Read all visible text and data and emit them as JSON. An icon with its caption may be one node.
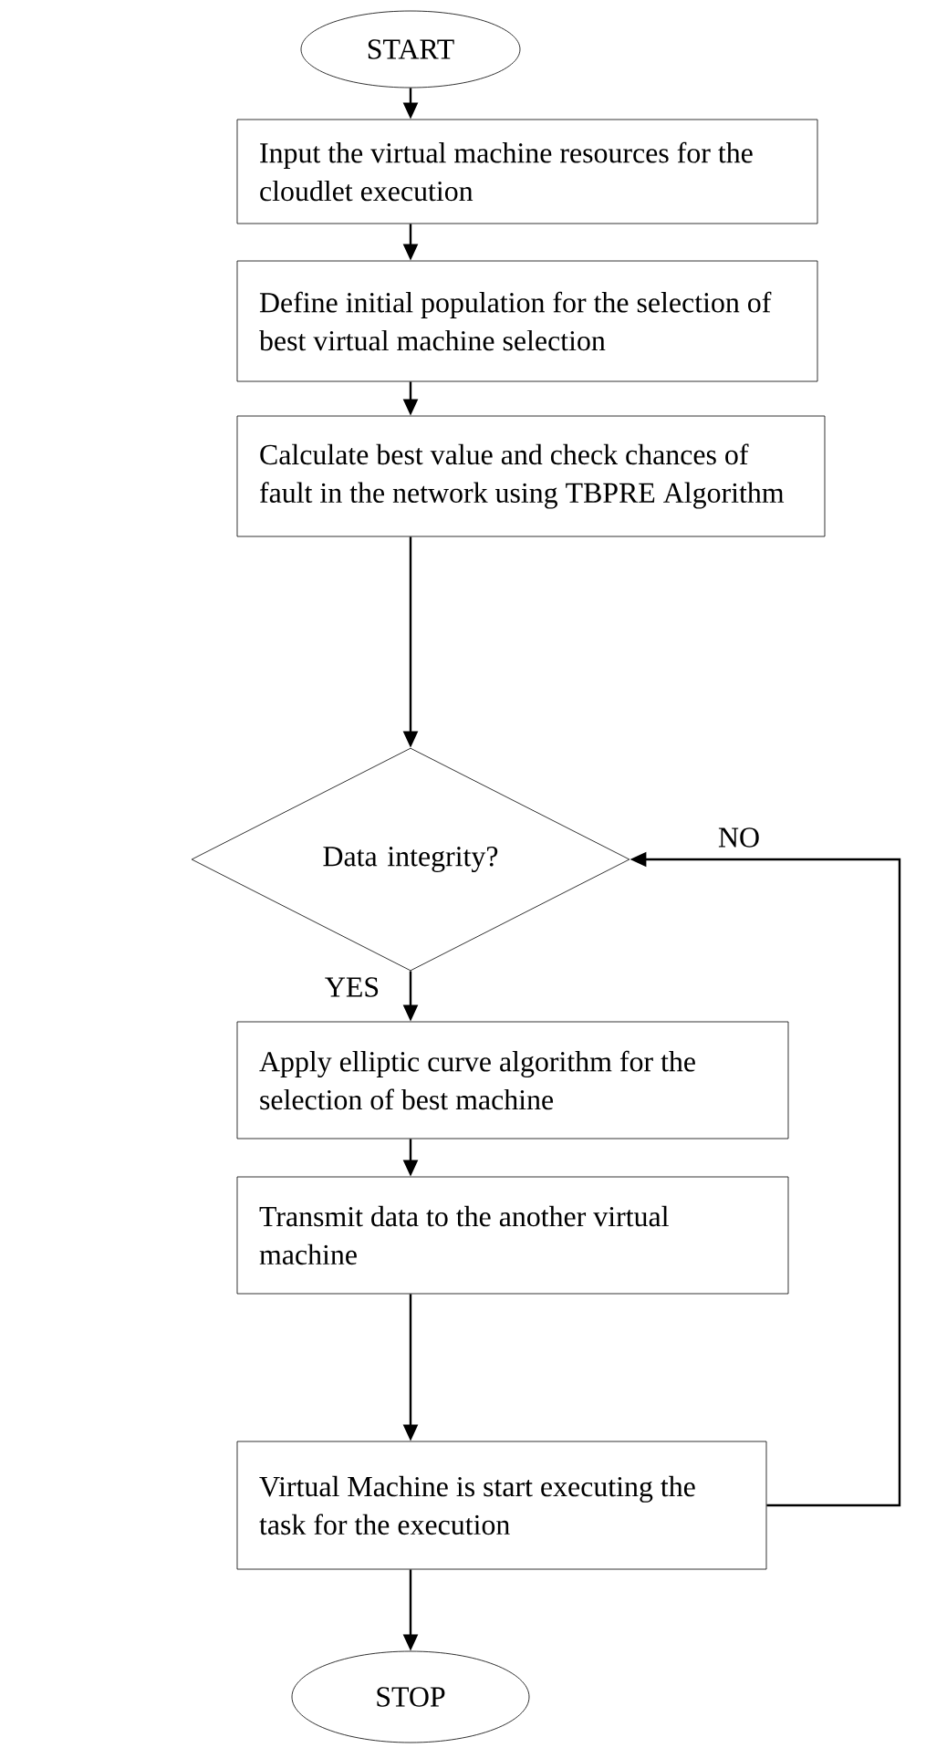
{
  "diagram": {
    "nodes": [
      {
        "text": [
          "START"
        ]
      },
      {
        "text": [
          "Input the virtual machine resources for the cloudlet execution"
        ]
      },
      {
        "text": [
          "Define initial population for the selection of best virtual machine selection"
        ]
      },
      {
        "text": [
          "Calculate best value and check chances of fault in the network using TBPRE Algorithm"
        ]
      },
      {
        "text": [
          "Data integrity?"
        ]
      },
      {
        "text": [
          "Apply elliptic curve algorithm for the selection of best machine"
        ]
      },
      {
        "text": [
          "Transmit data to the another virtual machine"
        ]
      },
      {
        "text": [
          "Virtual Machine is start executing the task for the execution"
        ]
      },
      {
        "text": [
          "STOP"
        ]
      }
    ],
    "edges": [
      {
        "from": 0,
        "to": 1,
        "arrow": "to"
      },
      {
        "from": 1,
        "to": 2,
        "arrow": "to"
      },
      {
        "from": 2,
        "to": 3,
        "arrow": "to"
      },
      {
        "from": 3,
        "to": 4,
        "arrow": "to"
      },
      {
        "from": 4,
        "to": 5,
        "arrow": "to",
        "label": "YES"
      },
      {
        "from": 5,
        "to": 6,
        "arrow": "to"
      },
      {
        "from": 6,
        "to": 7,
        "arrow": "to"
      },
      {
        "from": 7,
        "to": 4,
        "arrow": "to",
        "label": "NO"
      },
      {
        "from": 7,
        "to": 8,
        "arrow": "to"
      }
    ]
  }
}
